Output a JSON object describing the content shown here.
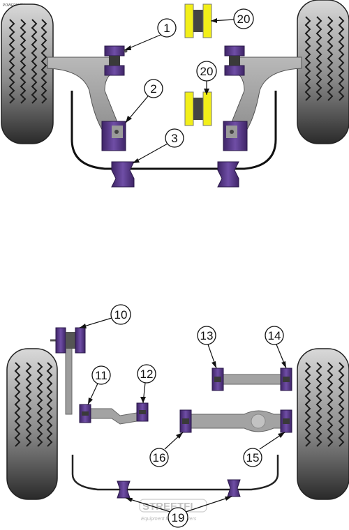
{
  "corner_logo": "POWERFLEX",
  "watermark": {
    "title": "STREETFI",
    "subtitle": "Equipment for the Drivers"
  },
  "colors": {
    "bush_purple": "#5d3d8f",
    "bush_purple_dark": "#3e2466",
    "bush_yellow": "#f2ef19",
    "arm_gray": "#9d9d9d",
    "tyre_dark": "#2b2b2b",
    "bar_black": "#111111"
  },
  "front_callouts": [
    {
      "id": "c1",
      "label": "1"
    },
    {
      "id": "c2",
      "label": "2"
    },
    {
      "id": "c3",
      "label": "3"
    },
    {
      "id": "c20a",
      "label": "20"
    },
    {
      "id": "c20b",
      "label": "20"
    }
  ],
  "rear_callouts": [
    {
      "id": "c10",
      "label": "10"
    },
    {
      "id": "c11",
      "label": "11"
    },
    {
      "id": "c12",
      "label": "12"
    },
    {
      "id": "c13",
      "label": "13"
    },
    {
      "id": "c14",
      "label": "14"
    },
    {
      "id": "c15",
      "label": "15"
    },
    {
      "id": "c16",
      "label": "16"
    },
    {
      "id": "c19",
      "label": "19"
    }
  ]
}
